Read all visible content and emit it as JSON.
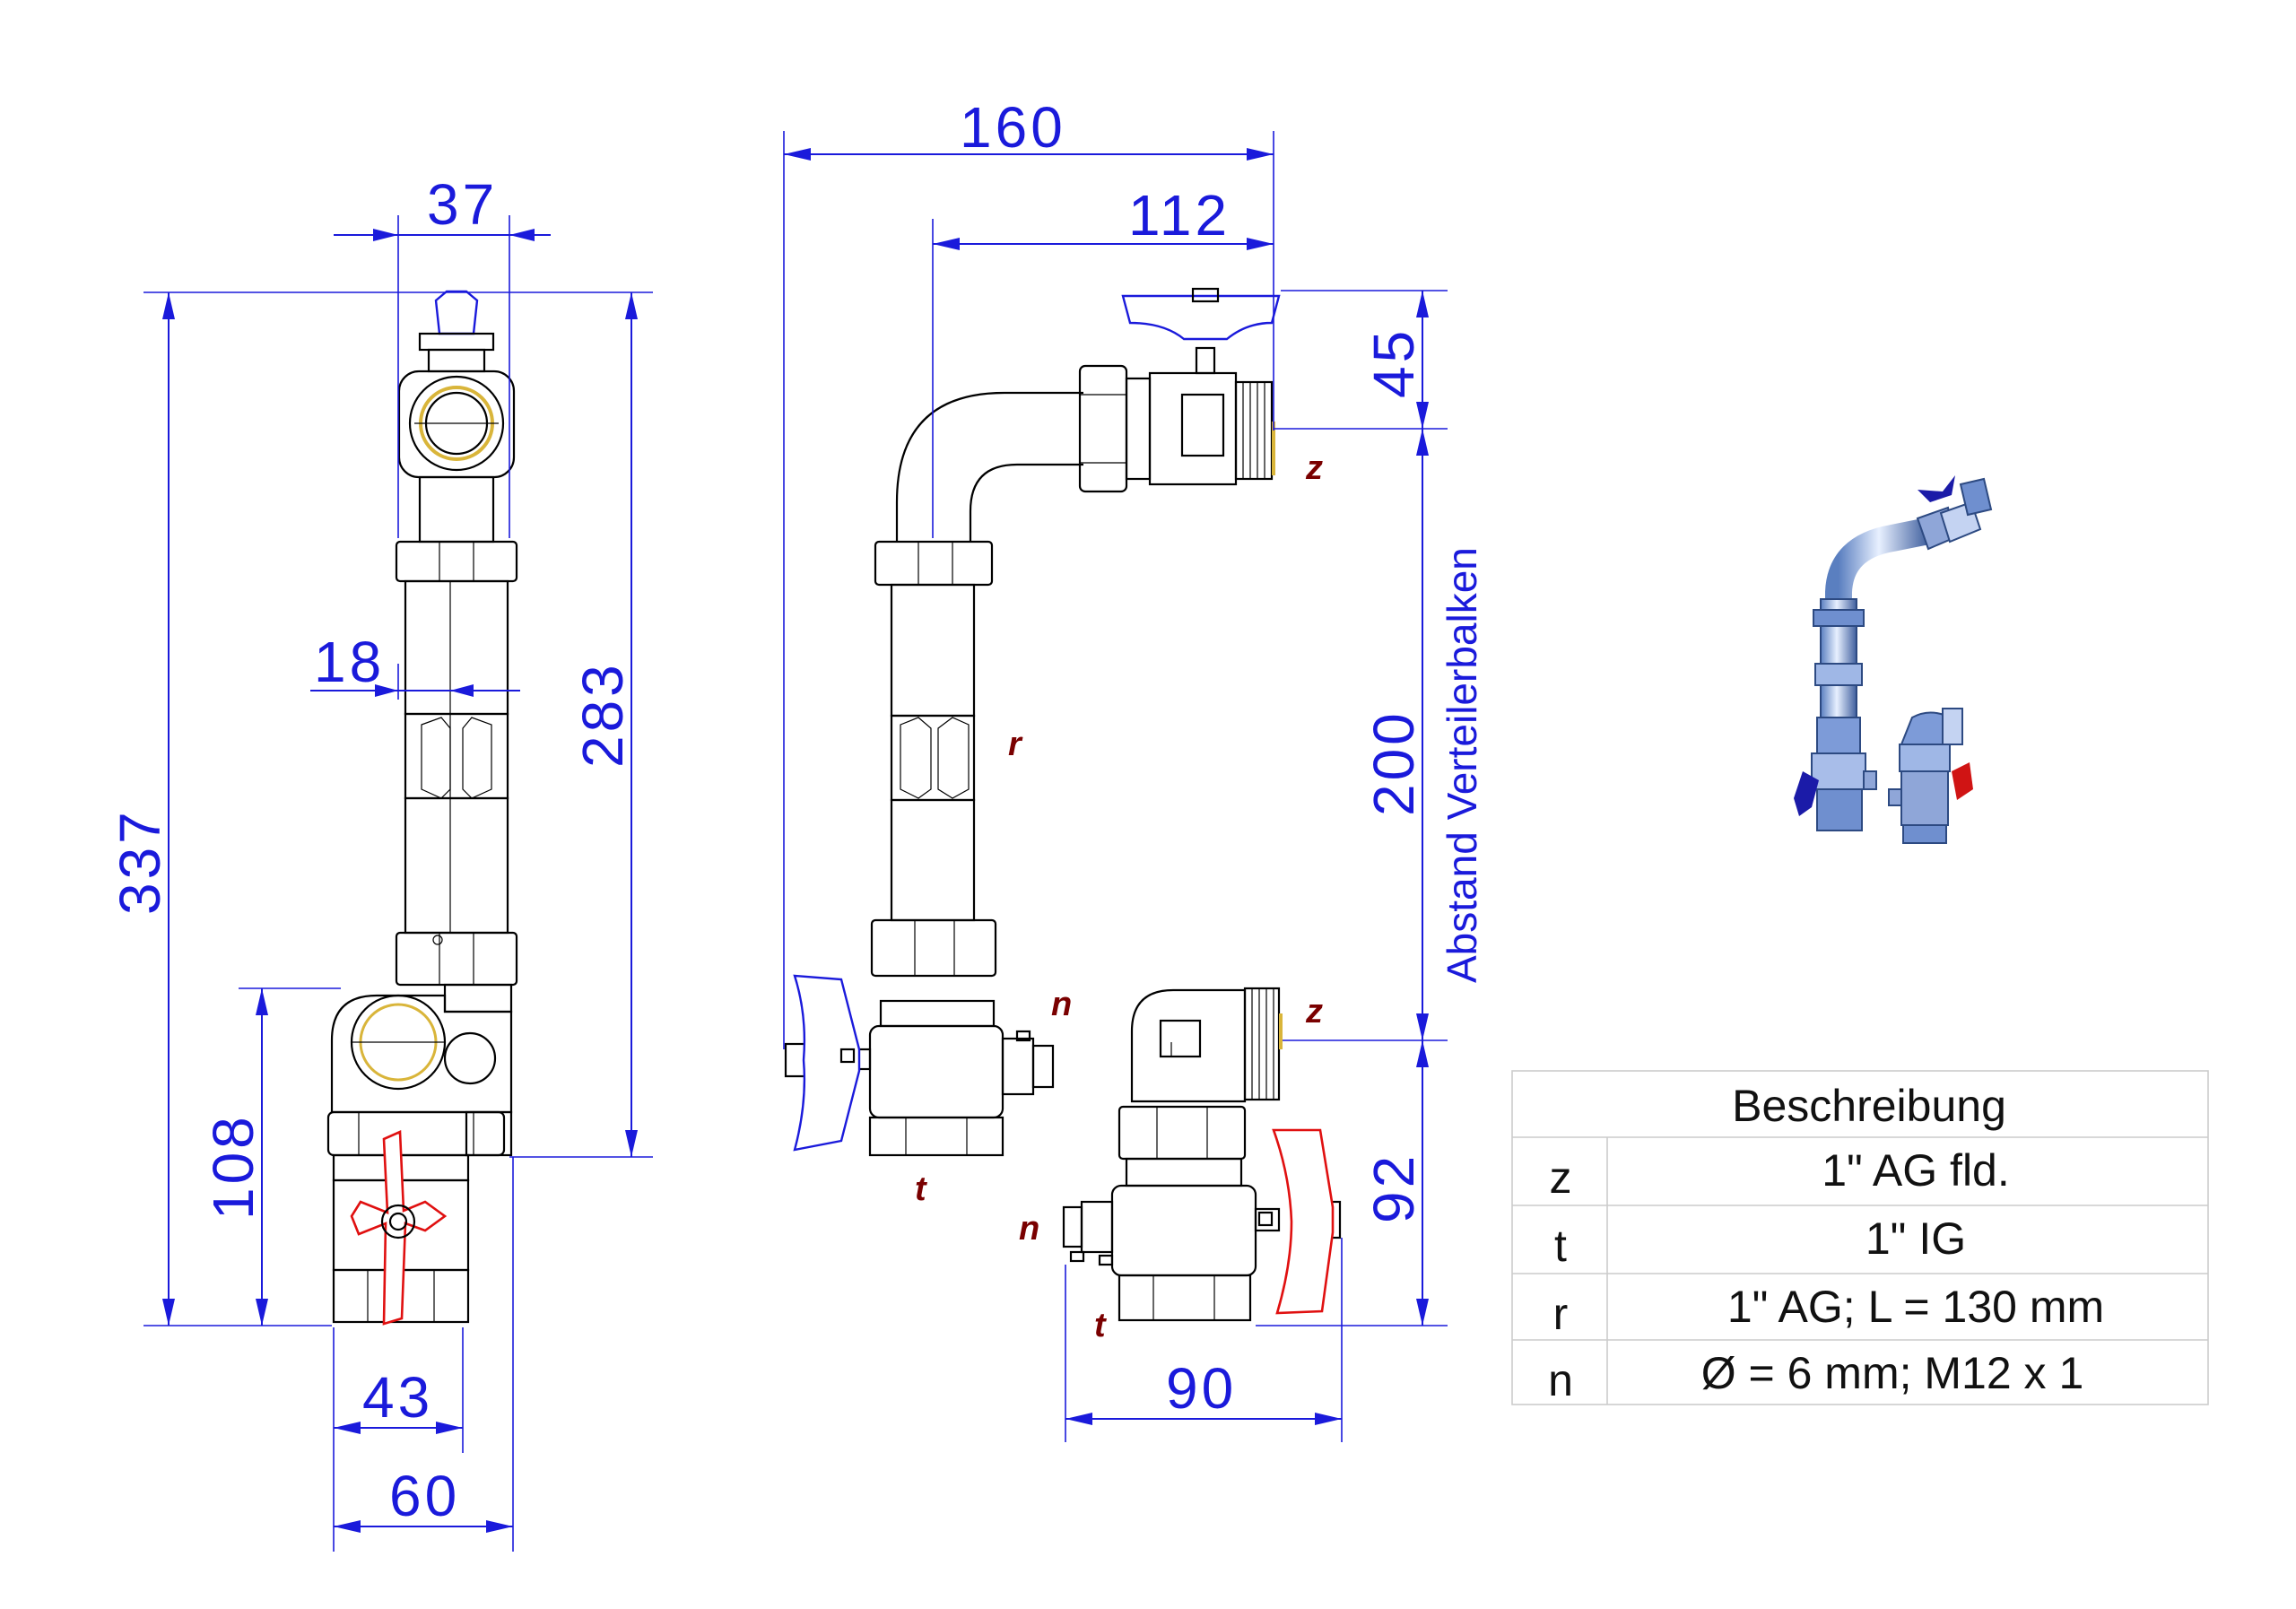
{
  "dimensions": {
    "d37": "37",
    "d18": "18",
    "d337": "337",
    "d283": "283",
    "d108": "108",
    "d43": "43",
    "d60": "60",
    "d160": "160",
    "d112": "112",
    "d45": "45",
    "d200": "200",
    "d92": "92",
    "d90": "90"
  },
  "spacing_label": "Abstand Verteilerbalken",
  "part_labels": {
    "z_top": "z",
    "r": "r",
    "n_left": "n",
    "t_left": "t",
    "z_bottom": "z",
    "n_right": "n",
    "t_right": "t"
  },
  "legend": {
    "header": "Beschreibung",
    "rows": [
      {
        "key": "z",
        "value": "1\" AG fld."
      },
      {
        "key": "t",
        "value": "1\" IG"
      },
      {
        "key": "r",
        "value": "1\" AG; L = 130 mm"
      },
      {
        "key": "n",
        "value": "Ø = 6 mm; M12 x 1"
      }
    ]
  },
  "colors": {
    "dimension": "#1a1adb",
    "label": "#7a0000",
    "handle_blue": "#1a1adb",
    "handle_red": "#e01010"
  }
}
